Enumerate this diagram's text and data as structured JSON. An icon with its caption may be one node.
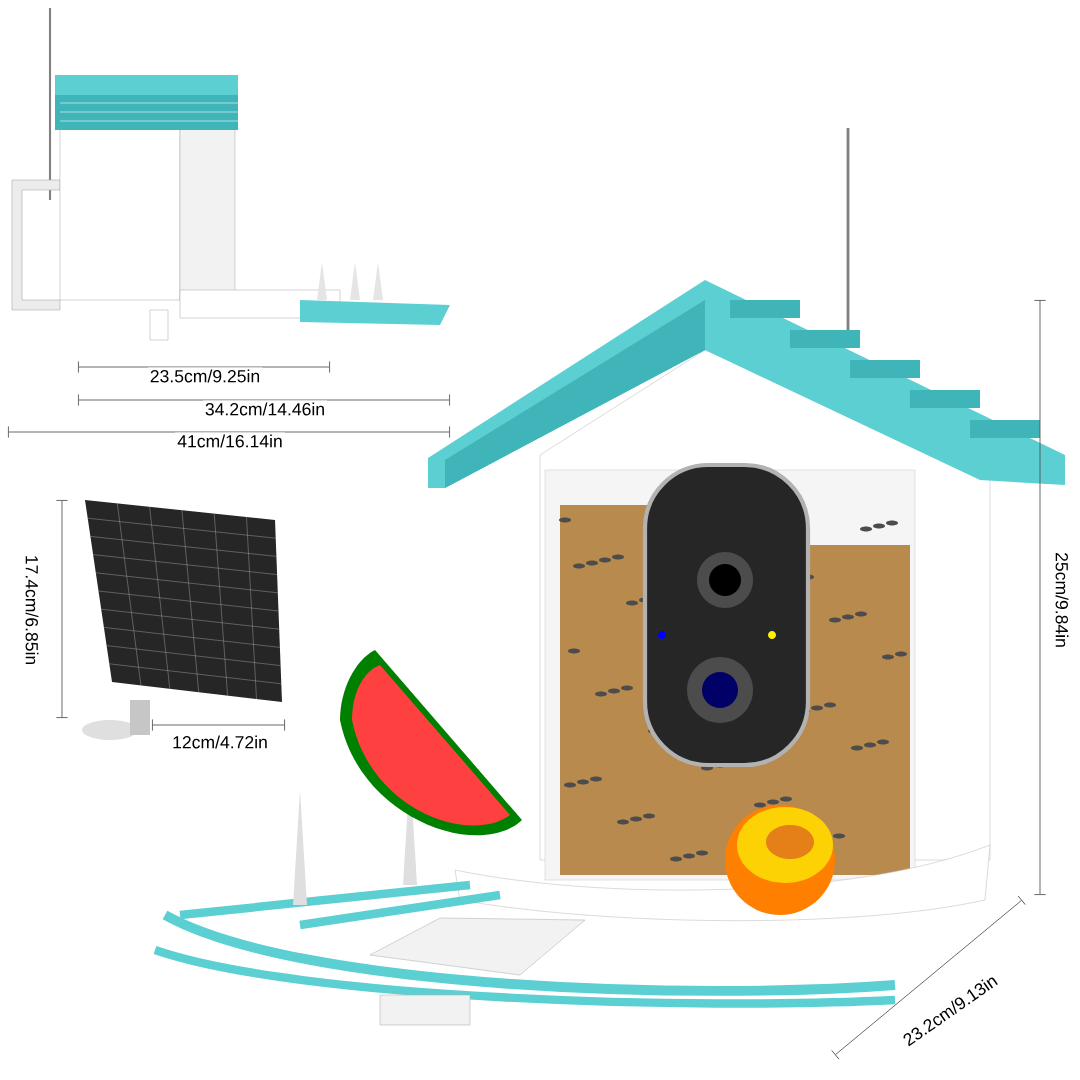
{
  "diagram": {
    "labels": [
      "23.5cm/9.25in",
      "34.2cm/14.46in",
      "41cm/16.14in",
      "17.4cm/6.85in",
      "12cm/4.72in",
      "25cm/9.84in",
      "23.2cm/9.13in"
    ]
  }
}
